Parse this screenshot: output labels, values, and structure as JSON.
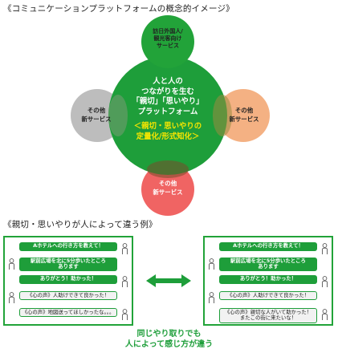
{
  "headings": {
    "platform": "《コミュニケーションプラットフォームの概念的イメージ》",
    "examples": "《親切・思いやりが人によって違う例》"
  },
  "colors": {
    "green_main": "#1e9e3a",
    "yellow_highlight": "#f7e600",
    "top_circle": "#22a339",
    "left_circle": "#bdbdbd",
    "right_circle": "#f4b183",
    "bottom_circle": "#f06463"
  },
  "diagram": {
    "center": {
      "line1": "人と人の",
      "line2": "つながりを生む",
      "line3": "「親切」「思いやり」",
      "line4": "プラットフォーム",
      "highlight1": "＜親切・思いやりの",
      "highlight2": "定量化/形式知化＞"
    },
    "top": {
      "line1": "訪日外国人/",
      "line2": "観光客向け",
      "line3": "サービス"
    },
    "left": {
      "line1": "その他",
      "line2": "新サービス"
    },
    "right": {
      "line1": "その他",
      "line2": "新サービス"
    },
    "bottom": {
      "line1": "その他",
      "line2": "新サービス"
    }
  },
  "panels": {
    "left": {
      "rows": [
        {
          "side": "right",
          "style": "green",
          "text": "Aホテルへの行き方を教えて！"
        },
        {
          "side": "left",
          "style": "green",
          "text": "駅前広場を北に5分歩いたところ\nあります"
        },
        {
          "side": "right",
          "style": "green",
          "text": "ありがとう！助かった！"
        },
        {
          "side": "left",
          "style": "grey",
          "text": "《心の声》人助けできて良かった！"
        },
        {
          "side": "right",
          "style": "grey",
          "text": "《心の声》地図送ってほしかったな。。。"
        }
      ]
    },
    "right": {
      "rows": [
        {
          "side": "right",
          "style": "green",
          "text": "Aホテルへの行き方を教えて！"
        },
        {
          "side": "left",
          "style": "green",
          "text": "駅前広場を北に5分歩いたところ\nあります"
        },
        {
          "side": "right",
          "style": "green",
          "text": "ありがとう！助かった！"
        },
        {
          "side": "left",
          "style": "grey",
          "text": "《心の声》人助けできて良かった！"
        },
        {
          "side": "right",
          "style": "grey",
          "text": "《心の声》親切な人がいて助かった！\nまたこの街に来たいな！"
        }
      ]
    }
  },
  "caption": {
    "line1": "同じやり取りでも",
    "line2": "人によって感じ方が違う"
  }
}
